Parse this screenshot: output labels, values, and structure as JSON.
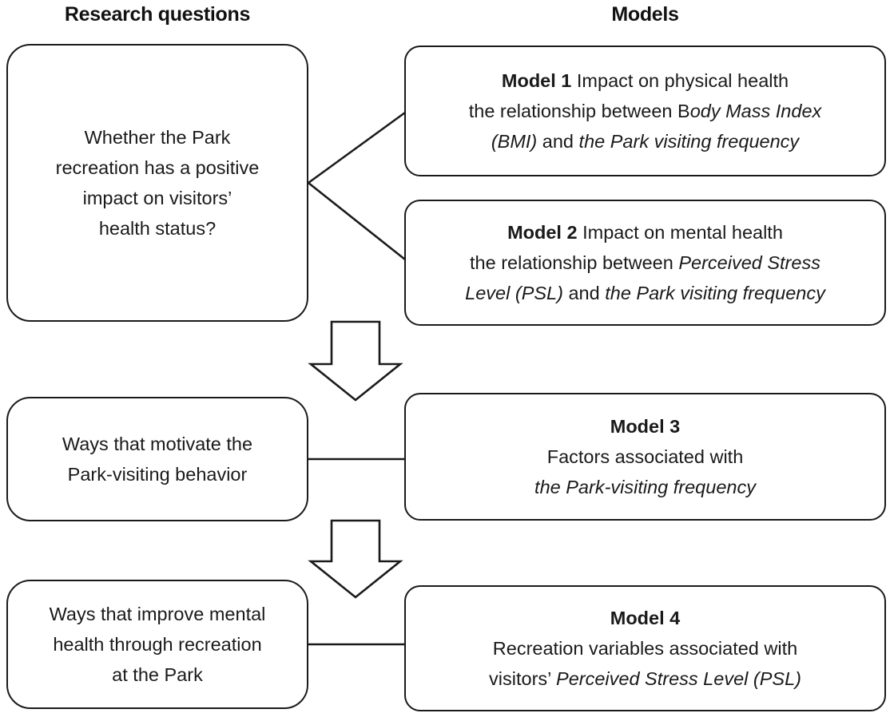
{
  "headers": {
    "left": "Research questions",
    "right": "Models"
  },
  "research_questions": [
    {
      "id": "rq-1",
      "lines": [
        "Whether the Park",
        "recreation has a positive",
        "impact on visitors’",
        "health status?"
      ]
    },
    {
      "id": "rq-2",
      "lines": [
        "Ways that motivate the",
        "Park-visiting behavior"
      ]
    },
    {
      "id": "rq-3",
      "lines": [
        "Ways that improve mental",
        "health through recreation",
        "at the Park"
      ]
    }
  ],
  "models": [
    {
      "id": "model-1",
      "label": "Model 1",
      "title_rest": " Impact on physical health",
      "line2_plain": "the relationship between B",
      "line2_italic": "ody Mass Index",
      "line3_italic_a": "(BMI)",
      "line3_plain": " and ",
      "line3_italic_b": "the Park visiting frequency"
    },
    {
      "id": "model-2",
      "label": "Model 2",
      "title_rest": " Impact on mental health",
      "line2_plain": "the relationship between ",
      "line2_italic": "Perceived Stress",
      "line3_italic_a": "Level (PSL)",
      "line3_plain": " and ",
      "line3_italic_b": "the Park visiting frequency"
    },
    {
      "id": "model-3",
      "label": "Model 3",
      "line2_plain": "Factors associated with",
      "line3_italic": "the Park-visiting frequency"
    },
    {
      "id": "model-4",
      "label": "Model 4",
      "line2_plain": "Recreation variables associated with",
      "line3_plain": "visitors’ ",
      "line3_italic": "Perceived Stress Level (PSL)"
    }
  ],
  "connectors": [
    {
      "name": "branch-rq1-to-model1-model2",
      "type": "v-branch"
    },
    {
      "name": "line-rq2-to-model3",
      "type": "straight"
    },
    {
      "name": "line-rq3-to-model4",
      "type": "straight"
    },
    {
      "name": "down-arrow-upper",
      "type": "block-arrow-down"
    },
    {
      "name": "down-arrow-lower",
      "type": "block-arrow-down"
    }
  ],
  "colors": {
    "stroke": "#1a1a1a",
    "background": "#ffffff",
    "text": "#1a1a1a"
  }
}
